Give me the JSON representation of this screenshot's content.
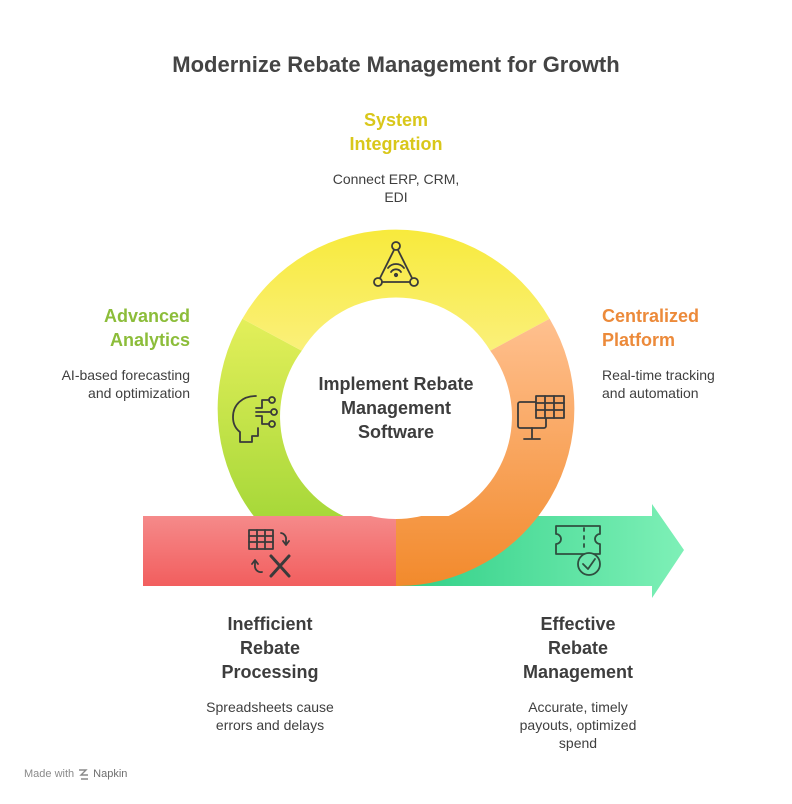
{
  "title": "Modernize Rebate Management for Growth",
  "center": {
    "lines": [
      "Implement Rebate",
      "Management",
      "Software"
    ]
  },
  "system_integration": {
    "heading_lines": [
      "System",
      "Integration"
    ],
    "desc_lines": [
      "Connect ERP, CRM,",
      "EDI"
    ],
    "color": "#d9c71a",
    "icon": "network-triangle-icon"
  },
  "advanced_analytics": {
    "heading_lines": [
      "Advanced",
      "Analytics"
    ],
    "desc_lines": [
      "AI-based forecasting",
      "and optimization"
    ],
    "color": "#8cbd3a",
    "icon": "ai-head-icon"
  },
  "centralized_platform": {
    "heading_lines": [
      "Centralized",
      "Platform"
    ],
    "desc_lines": [
      "Real-time tracking",
      "and automation"
    ],
    "color": "#ec8a3a",
    "icon": "monitor-spreadsheet-icon"
  },
  "inefficient_processing": {
    "heading_lines": [
      "Inefficient",
      "Rebate",
      "Processing"
    ],
    "desc_lines": [
      "Spreadsheets cause",
      "errors and delays"
    ],
    "color": "#f26b6b",
    "icon": "spreadsheet-error-icon"
  },
  "effective_management": {
    "heading_lines": [
      "Effective",
      "Rebate",
      "Management"
    ],
    "desc_lines": [
      "Accurate, timely",
      "payouts, optimized",
      "spend"
    ],
    "color": "#4fd39a",
    "icon": "ticket-check-icon"
  },
  "footer": {
    "made_with": "Made with",
    "brand": "Napkin"
  }
}
